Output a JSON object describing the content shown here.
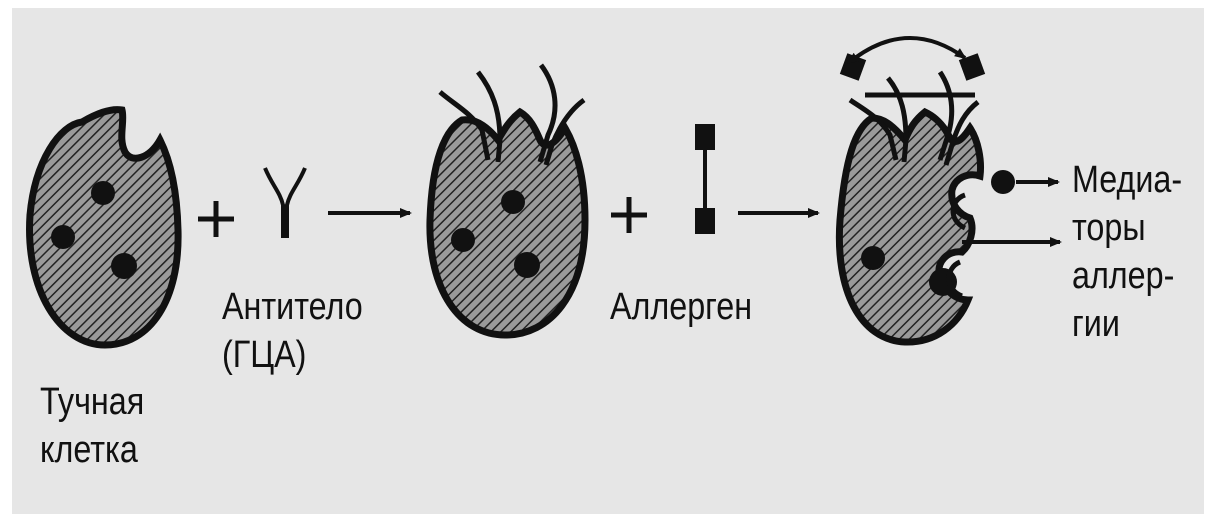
{
  "labels": {
    "mast_cell": [
      "Тучная",
      "клетка"
    ],
    "antibody": [
      "Антитело",
      "(ГЦА)"
    ],
    "allergen": "Аллерген",
    "mediators": [
      "Медиа-",
      "торы",
      "аллер-",
      "гии"
    ]
  },
  "operators": {
    "plus": "+"
  },
  "colors": {
    "ink": "#111111",
    "background": "#e6e6e6",
    "cell_fill": "#8a8a8a"
  }
}
